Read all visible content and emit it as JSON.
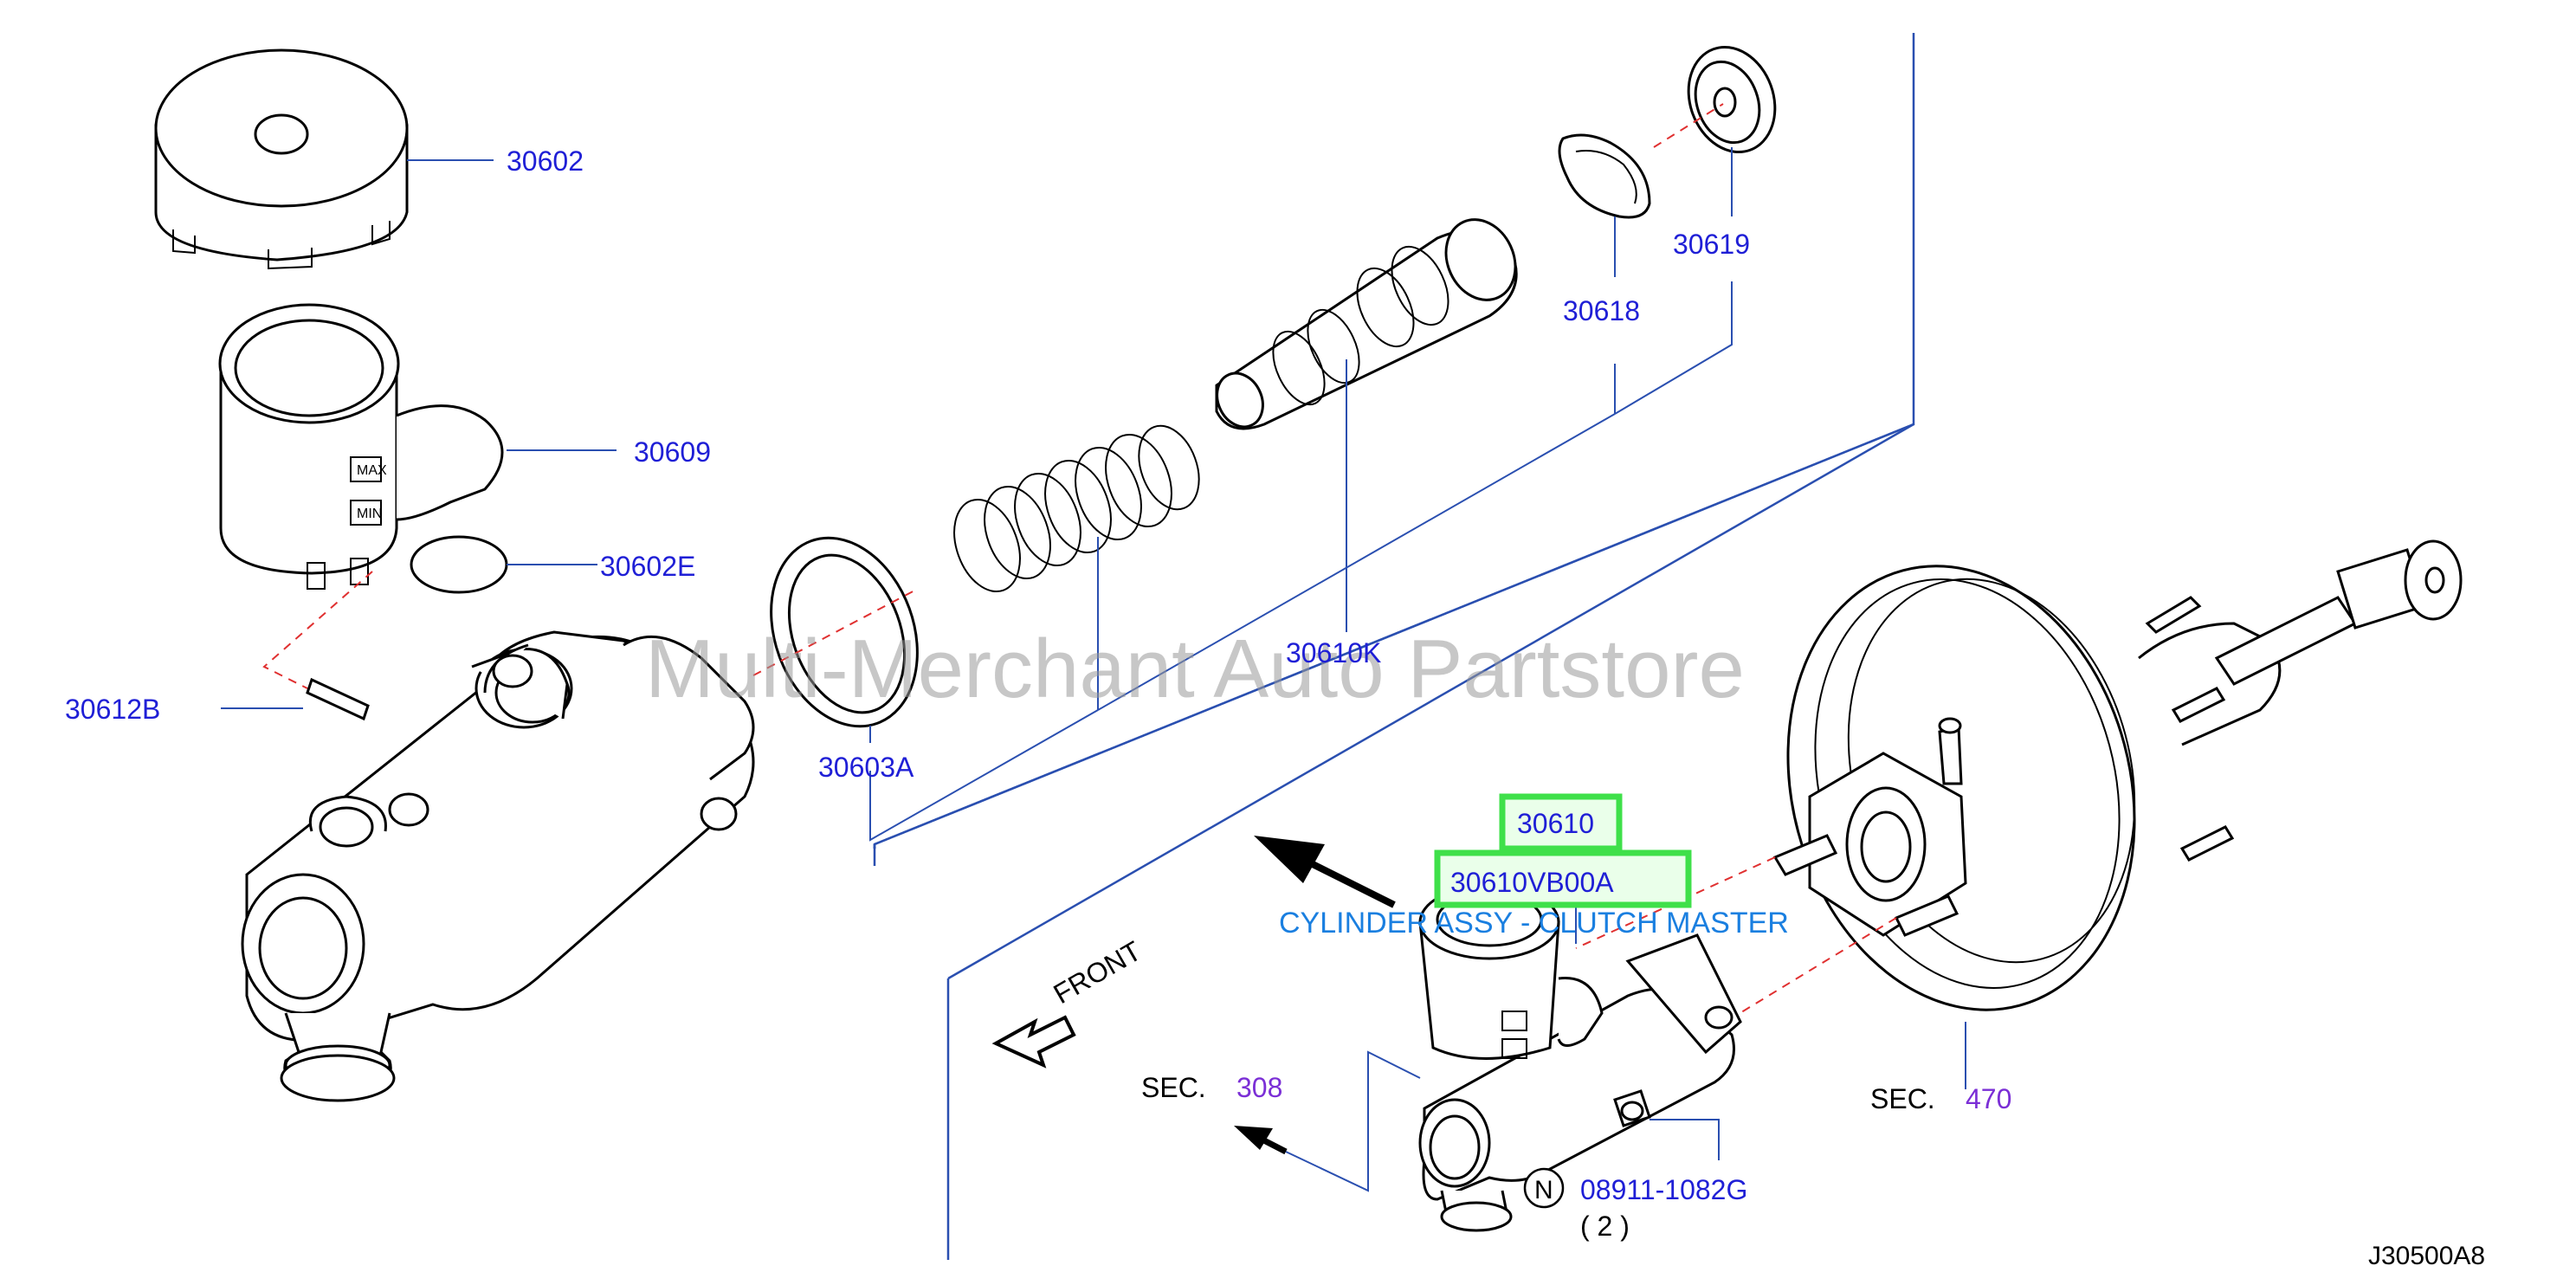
{
  "diagram": {
    "watermark": "Multi-Merchant Auto Partstore",
    "drawing_id": "J30500A8",
    "front_label": "FRONT",
    "description": "CYLINDER ASSY - CLUTCH MASTER",
    "parts": {
      "p30602": "30602",
      "p30609": "30609",
      "p30602E": "30602E",
      "p30612B": "30612B",
      "p30603A": "30603A",
      "p30610K": "30610K",
      "p30618": "30618",
      "p30619": "30619",
      "p30610": "30610",
      "p30610VB00A": "30610VB00A",
      "p08911": "08911-1082G",
      "qty": "( 2 )",
      "n_symbol": "N"
    },
    "sections": {
      "sec_word": "SEC.",
      "sec308": "308",
      "sec470": "470"
    },
    "colors": {
      "label_blue": "#1f1fd6",
      "section_purple": "#7b2fd6",
      "description_blue": "#1a7fe0",
      "highlight_green": "#3fe04a",
      "leader_blue": "#2a4fb0",
      "dash_red": "#e03030"
    }
  }
}
